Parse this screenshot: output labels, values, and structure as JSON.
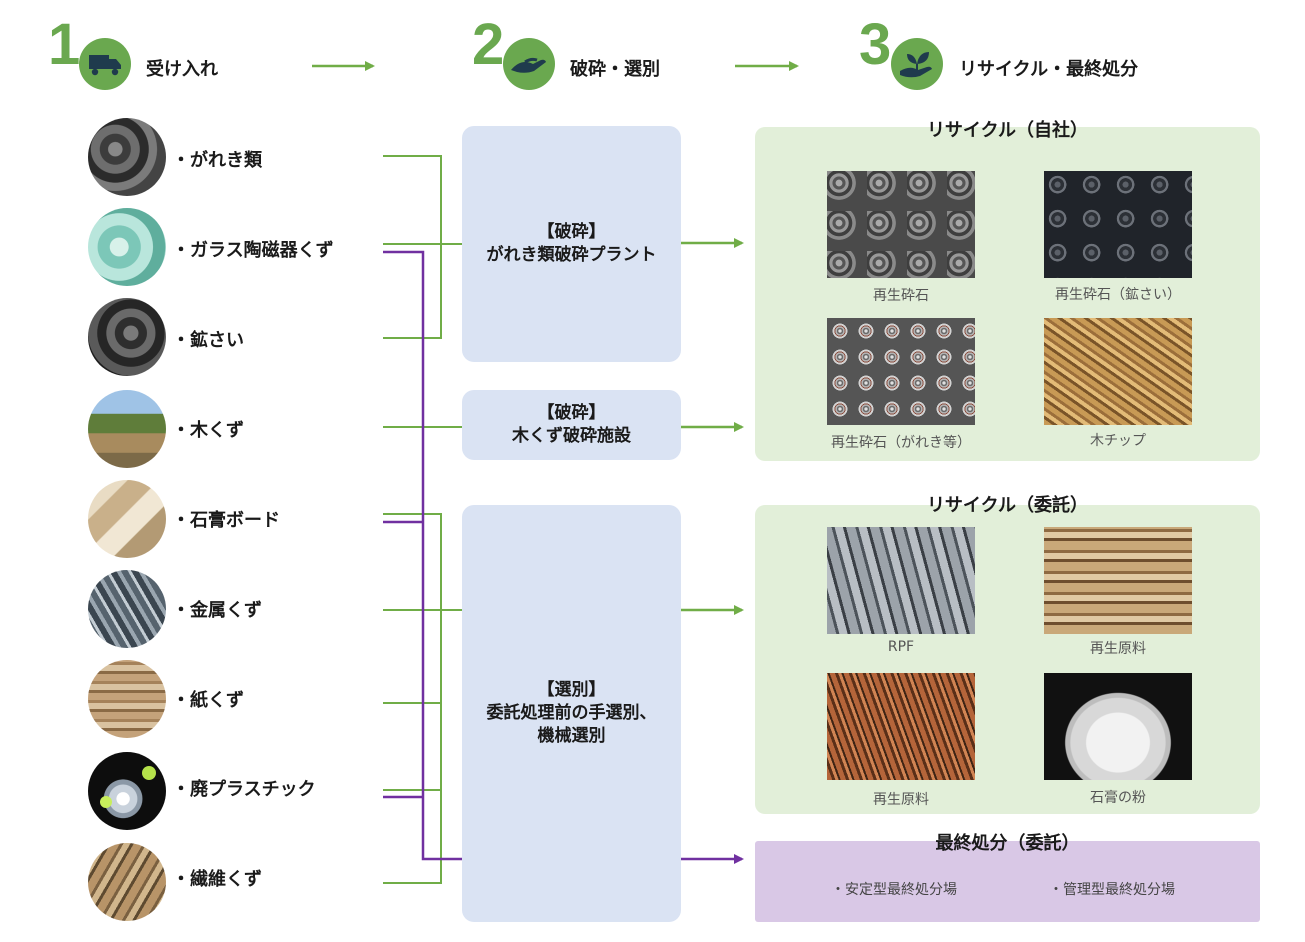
{
  "steps": [
    {
      "number": "1",
      "label": "受け入れ",
      "icon": "truck-icon"
    },
    {
      "number": "2",
      "label": "破砕・選別",
      "icon": "hand-icon"
    },
    {
      "number": "3",
      "label": "リサイクル・最終処分",
      "icon": "sprout-in-hand-icon"
    }
  ],
  "wastes": [
    {
      "label": "・がれき類"
    },
    {
      "label": "・ガラス陶磁器くず"
    },
    {
      "label": "・鉱さい"
    },
    {
      "label": "・木くず"
    },
    {
      "label": "・石膏ボード"
    },
    {
      "label": "・金属くず"
    },
    {
      "label": "・紙くず"
    },
    {
      "label": "・廃プラスチック"
    },
    {
      "label": "・繊維くず"
    }
  ],
  "processes": [
    {
      "line1": "【破砕】",
      "line2": "がれき類破砕プラント",
      "line3": ""
    },
    {
      "line1": "【破砕】",
      "line2": "木くず破砕施設",
      "line3": ""
    },
    {
      "line1": "【選別】",
      "line2": "委託処理前の手選別、",
      "line3": "機械選別"
    }
  ],
  "results": {
    "recycle_self": {
      "title": "リサイクル（自社）",
      "products": [
        "再生砕石",
        "再生砕石（鉱さい）",
        "再生砕石（がれき等）",
        "木チップ"
      ]
    },
    "recycle_consign": {
      "title": "リサイクル（委託）",
      "products": [
        "RPF",
        "再生原料",
        "再生原料",
        "石膏の粉"
      ]
    },
    "final_disposal": {
      "title": "最終処分（委託）",
      "items": [
        "・安定型最終処分場",
        "・管理型最終処分場"
      ]
    }
  },
  "colors": {
    "accent_green": "#6aa84f",
    "line_green": "#70ad47",
    "line_purple": "#7030a0",
    "process_box": "#dae3f3",
    "recycle_panel": "#e2efd9",
    "final_panel": "#d9c8e6"
  }
}
